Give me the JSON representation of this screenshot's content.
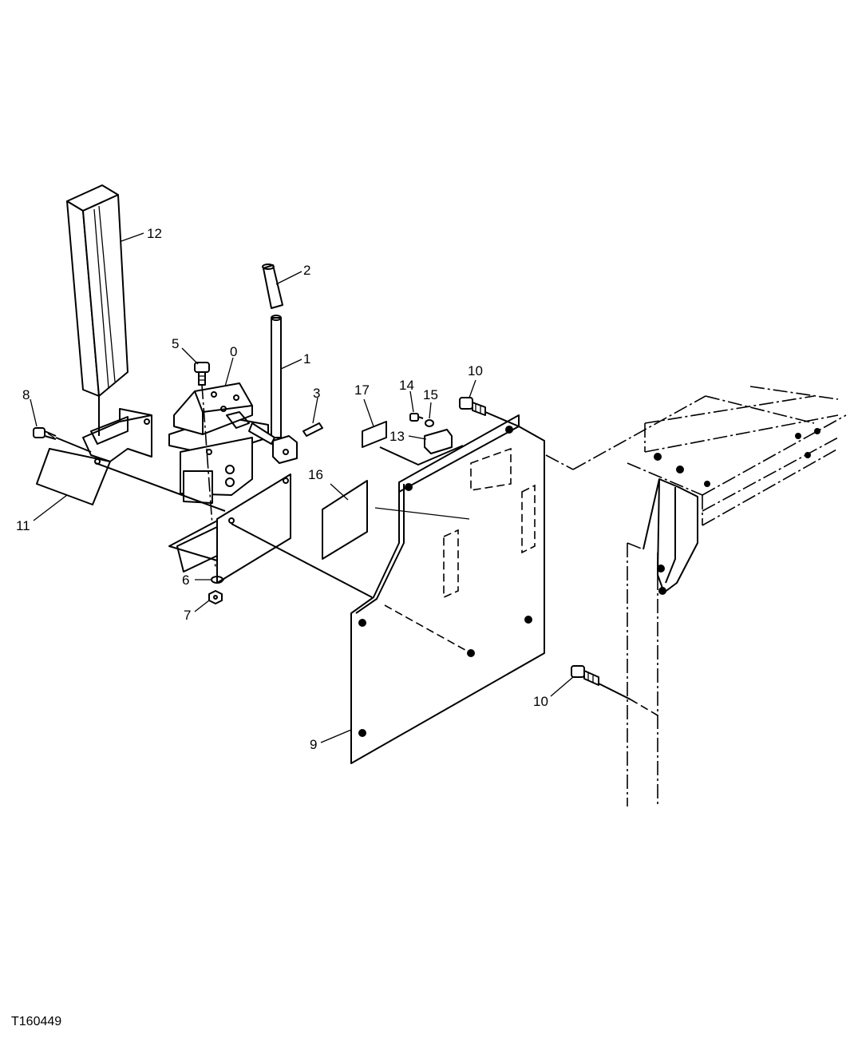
{
  "figure_id": "T160449",
  "callouts": {
    "c0": "0",
    "c1": "1",
    "c2": "2",
    "c3": "3",
    "c5": "5",
    "c6": "6",
    "c7": "7",
    "c8": "8",
    "c9": "9",
    "c10a": "10",
    "c10b": "10",
    "c11": "11",
    "c12": "12",
    "c13": "13",
    "c14": "14",
    "c15": "15",
    "c16": "16",
    "c17": "17"
  }
}
